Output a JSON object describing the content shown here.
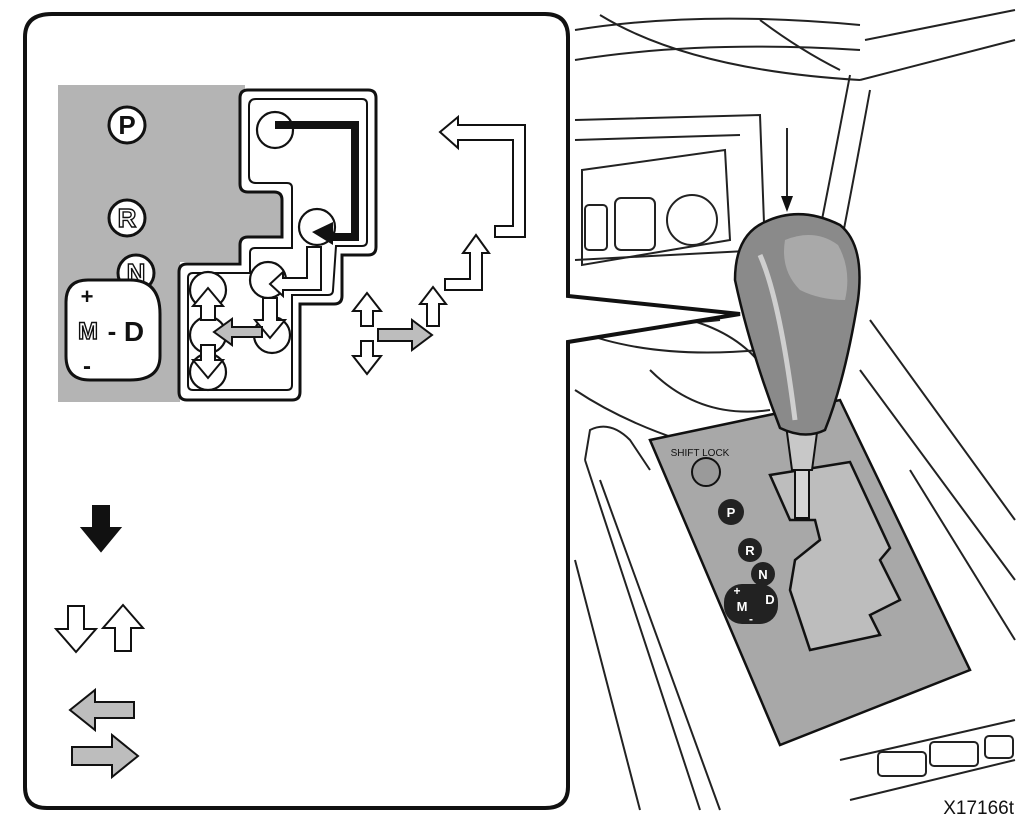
{
  "figure": {
    "code": "X17166t"
  },
  "shift_gate": {
    "positions": [
      "P",
      "R",
      "N",
      "D"
    ],
    "manual": {
      "plus": "+",
      "mode": "M",
      "minus": "-",
      "dash": "-"
    }
  },
  "console": {
    "shift_lock_label": "SHIFT LOCK",
    "positions": [
      "P",
      "R",
      "N",
      "D"
    ],
    "manual": {
      "plus": "+",
      "mode": "M",
      "minus": "-"
    }
  },
  "legend": {
    "items": [
      {
        "icon": "solid-down-arrow-icon"
      },
      {
        "icon": "outline-updown-arrows-icon"
      },
      {
        "icon": "gray-leftright-arrows-icon"
      }
    ]
  },
  "colors": {
    "panel_gray": "#b4b4b4",
    "knob_gray": "#8a8a8a",
    "console_gray": "#a8a8a8",
    "line": "#111111"
  }
}
